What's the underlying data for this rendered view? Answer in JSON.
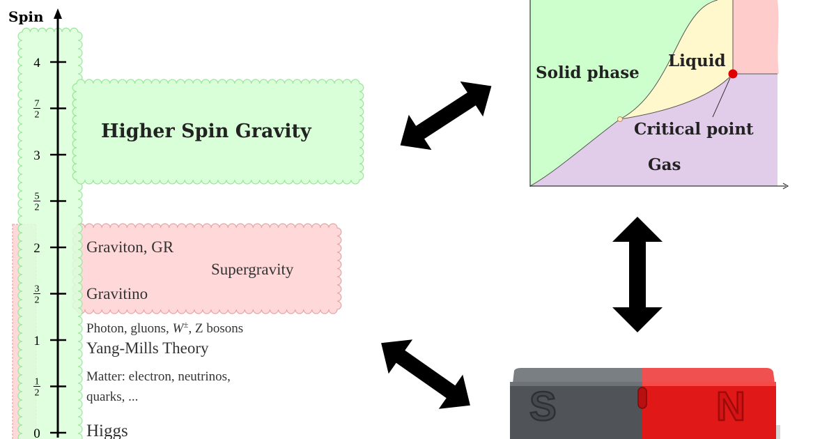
{
  "spin_axis": {
    "label": "Spin",
    "ticks": [
      {
        "kind": "int",
        "text": "0",
        "value": 0
      },
      {
        "kind": "frac",
        "num": "1",
        "den": "2",
        "value": 0.5
      },
      {
        "kind": "int",
        "text": "1",
        "value": 1
      },
      {
        "kind": "frac",
        "num": "3",
        "den": "2",
        "value": 1.5
      },
      {
        "kind": "int",
        "text": "2",
        "value": 2
      },
      {
        "kind": "frac",
        "num": "5",
        "den": "2",
        "value": 2.5
      },
      {
        "kind": "int",
        "text": "3",
        "value": 3
      },
      {
        "kind": "frac",
        "num": "7",
        "den": "2",
        "value": 3.5
      },
      {
        "kind": "int",
        "text": "4",
        "value": 4
      }
    ]
  },
  "higher_spin": {
    "title": "Higher Spin Gravity"
  },
  "gravity_box": {
    "graviton": "Graviton, GR",
    "supergravity": "Supergravity",
    "gravitino": "Gravitino"
  },
  "low_spin": {
    "photon_prefix": "Photon, gluons, ",
    "w_symbol": "W",
    "w_super": "±",
    "z_text": ", Z bosons",
    "yang_mills": "Yang-Mills Theory",
    "matter_line1": "Matter: electron, neutrinos,",
    "matter_line2": "quarks, ...",
    "higgs": "Higgs"
  },
  "phase_diagram": {
    "solid": "Solid phase",
    "liquid": "Liquid",
    "critical": "Critical point",
    "gas": "Gas",
    "colors": {
      "solid": "#ccffcc",
      "liquid": "#fff8cc",
      "gas": "#e1cde9",
      "supercritical": "#ffcccc",
      "critical_point": "#e00000"
    }
  },
  "magnet": {
    "left_letter": "S",
    "right_letter": "N",
    "colors": {
      "left": "#505458",
      "right": "#e01818"
    }
  },
  "colors": {
    "higher_spin_fill": "#d9ffd9",
    "gravity_fill": "#ffd9d9",
    "green_border": "#99e699",
    "red_border": "#e6a6a6"
  },
  "arrows": [
    "higher-spin-to-phase-arrow",
    "phase-to-magnet-arrow",
    "low-spin-to-magnet-arrow"
  ]
}
